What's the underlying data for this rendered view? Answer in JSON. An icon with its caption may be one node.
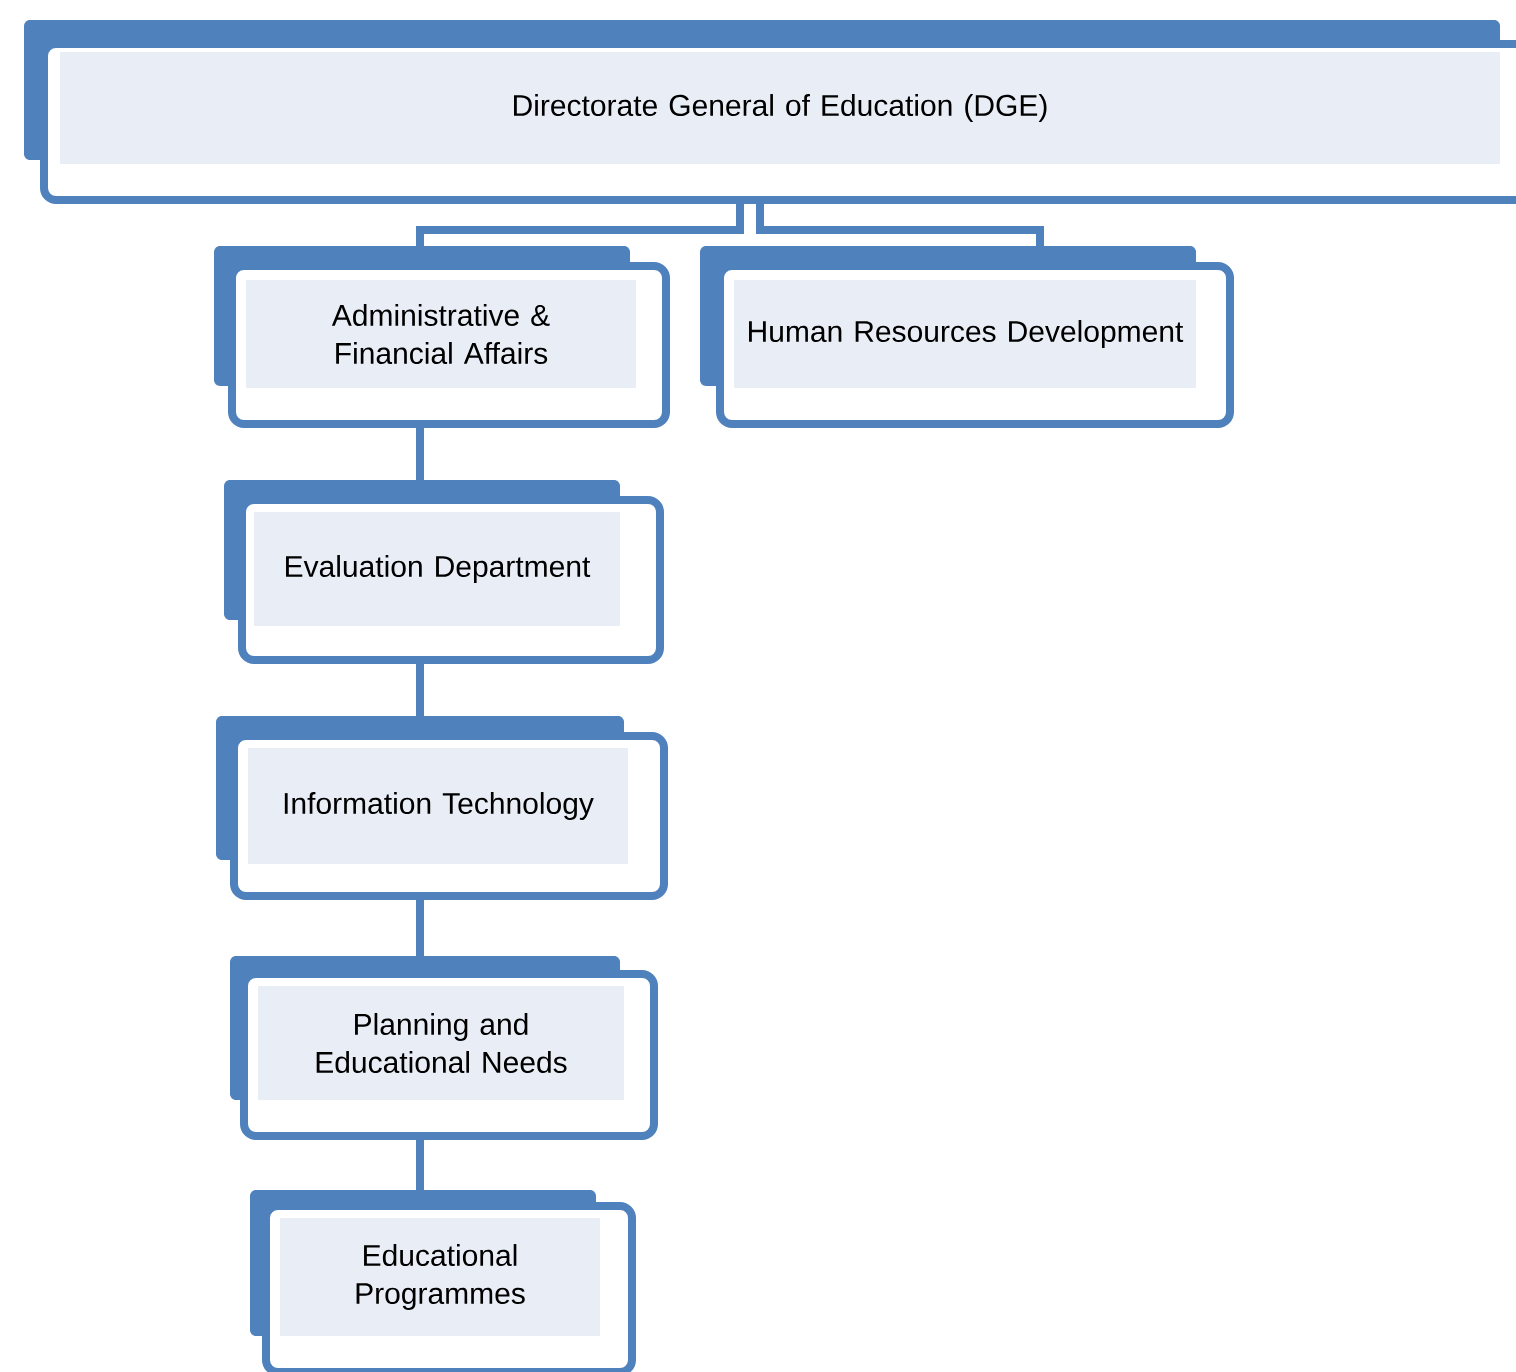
{
  "diagram": {
    "nodes": [
      {
        "text": [
          "Directorate General of Education (DGE)"
        ]
      },
      {
        "text": [
          "Administrative & Financial Affairs"
        ]
      },
      {
        "text": [
          "Human Resources Development"
        ]
      },
      {
        "text": [
          "Evaluation Department"
        ]
      },
      {
        "text": [
          "Information Technology"
        ]
      },
      {
        "text": [
          "Planning and Educational Needs"
        ]
      },
      {
        "text": [
          "Educational Programmes"
        ]
      }
    ],
    "edges": [
      {
        "from": 0,
        "to": 1,
        "arrow": "none"
      },
      {
        "from": 0,
        "to": 2,
        "arrow": "none"
      },
      {
        "from": 1,
        "to": 3,
        "arrow": "none"
      },
      {
        "from": 3,
        "to": 4,
        "arrow": "none"
      },
      {
        "from": 4,
        "to": 5,
        "arrow": "none"
      },
      {
        "from": 5,
        "to": 6,
        "arrow": "none"
      }
    ]
  }
}
